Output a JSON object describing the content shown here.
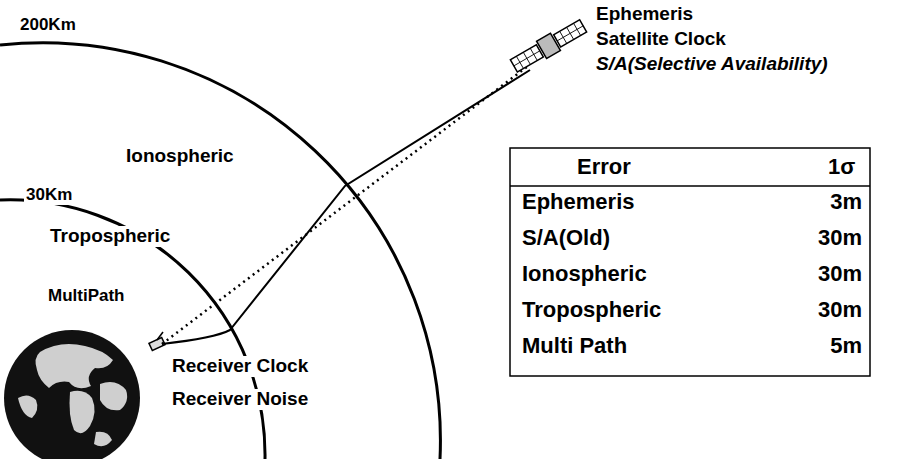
{
  "diagram": {
    "labels": [
      "200Km",
      "30Km",
      "Ionospheric",
      "Tropospheric",
      "MultiPath",
      "Receiver Clock",
      "Receiver Noise",
      "Ephemeris",
      "Satellite Clock",
      "S/A(Selective Availability)",
      "Error",
      "1σ",
      "Ephemeris",
      "3m",
      "S/A(Old)",
      "30m",
      "Ionospheric",
      "30m",
      "Tropospheric",
      "30m",
      "Multi Path",
      "5m"
    ]
  }
}
